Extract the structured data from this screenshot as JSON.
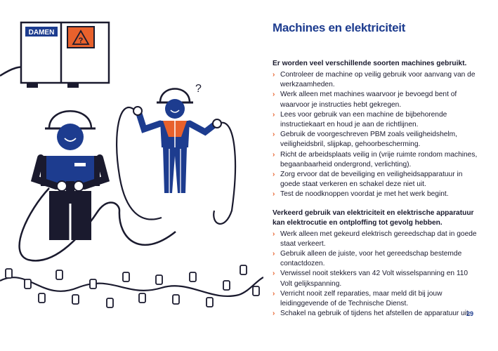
{
  "title": "Machines en elektriciteit",
  "illustration": {
    "logo_text": "DAMEN",
    "warning_symbol": "?",
    "question_mark": "?",
    "icons": [
      "electrical-cabinet-icon",
      "warning-triangle-icon",
      "worker-figure-icon",
      "cable-plug-icon",
      "light-string-icon"
    ],
    "colors": {
      "navy": "#1d3c8f",
      "orange": "#e8612c",
      "dark": "#1a1a2e"
    }
  },
  "section1": {
    "heading": "Er worden veel verschillende soorten machines gebruikt.",
    "items": [
      "Controleer de machine op veilig gebruik voor aanvang van de werkzaamheden.",
      "Werk alleen met machines waarvoor je bevoegd bent of waarvoor je instructies hebt gekregen.",
      "Lees voor gebruik van een machine de bijbehorende instructiekaart en houd je aan de richtlijnen.",
      "Gebruik de voorgeschreven PBM zoals veiligheidshelm, veiligheidsbril, slijpkap, gehoorbescherming.",
      "Richt de arbeidsplaats veilig in (vrije ruimte rondom machines, begaanbaarheid ondergrond, verlichting).",
      "Zorg ervoor dat de beveiliging en veiligheidsapparatuur in goede staat verkeren en schakel deze niet uit.",
      "Test de noodknoppen voordat je met het werk begint."
    ]
  },
  "section2": {
    "heading": "Verkeerd gebruik van elektriciteit en elektrische apparatuur kan elektrocutie en ontploffing tot gevolg hebben.",
    "items": [
      "Werk alleen met gekeurd elektrisch gereedschap dat in goede staat verkeert.",
      "Gebruik alleen de juiste, voor het gereedschap bestemde contactdozen.",
      "Verwissel nooit stekkers van 42 Volt wisselspanning en 110 Volt gelijkspanning.",
      "Verricht nooit zelf reparaties, maar meld dit bij jouw leidinggevende of de Technische Dienst.",
      "Schakel na gebruik of tijdens het afstellen de apparatuur uit."
    ]
  },
  "bullet_glyph": "›",
  "page_number": "29"
}
